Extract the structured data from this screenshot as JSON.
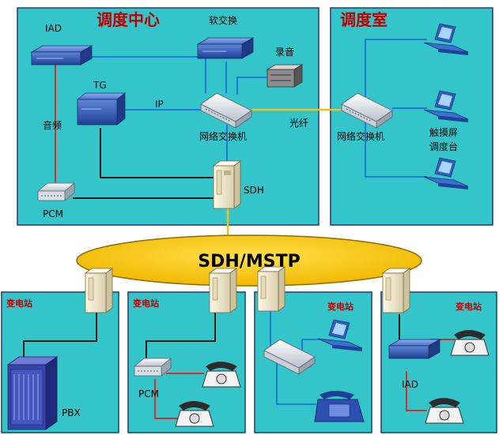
{
  "regions": {
    "dispatch_center": "调度中心",
    "dispatch_room": "调度室",
    "substation": "变电站"
  },
  "devices": {
    "iad": "IAD",
    "softswitch": "软交换",
    "recording": "录音",
    "tg": "TG",
    "pcm": "PCM",
    "sdh": "SDH",
    "network_switch": "网络交换机",
    "pbx": "PBX"
  },
  "links": {
    "audio": "音频",
    "ip": "IP",
    "fiber": "光纤"
  },
  "ring": "SDH/MSTP",
  "touchscreen_console": [
    "触摸屏",
    "调度台"
  ],
  "colors": {
    "panel": "#33c5c9",
    "ring": "#f5c400",
    "blue_link": "#1f7ad8",
    "black_link": "#1a1a1a",
    "red_link": "#d33030",
    "fiber": "#f0c020",
    "title_red": "#c00000"
  }
}
